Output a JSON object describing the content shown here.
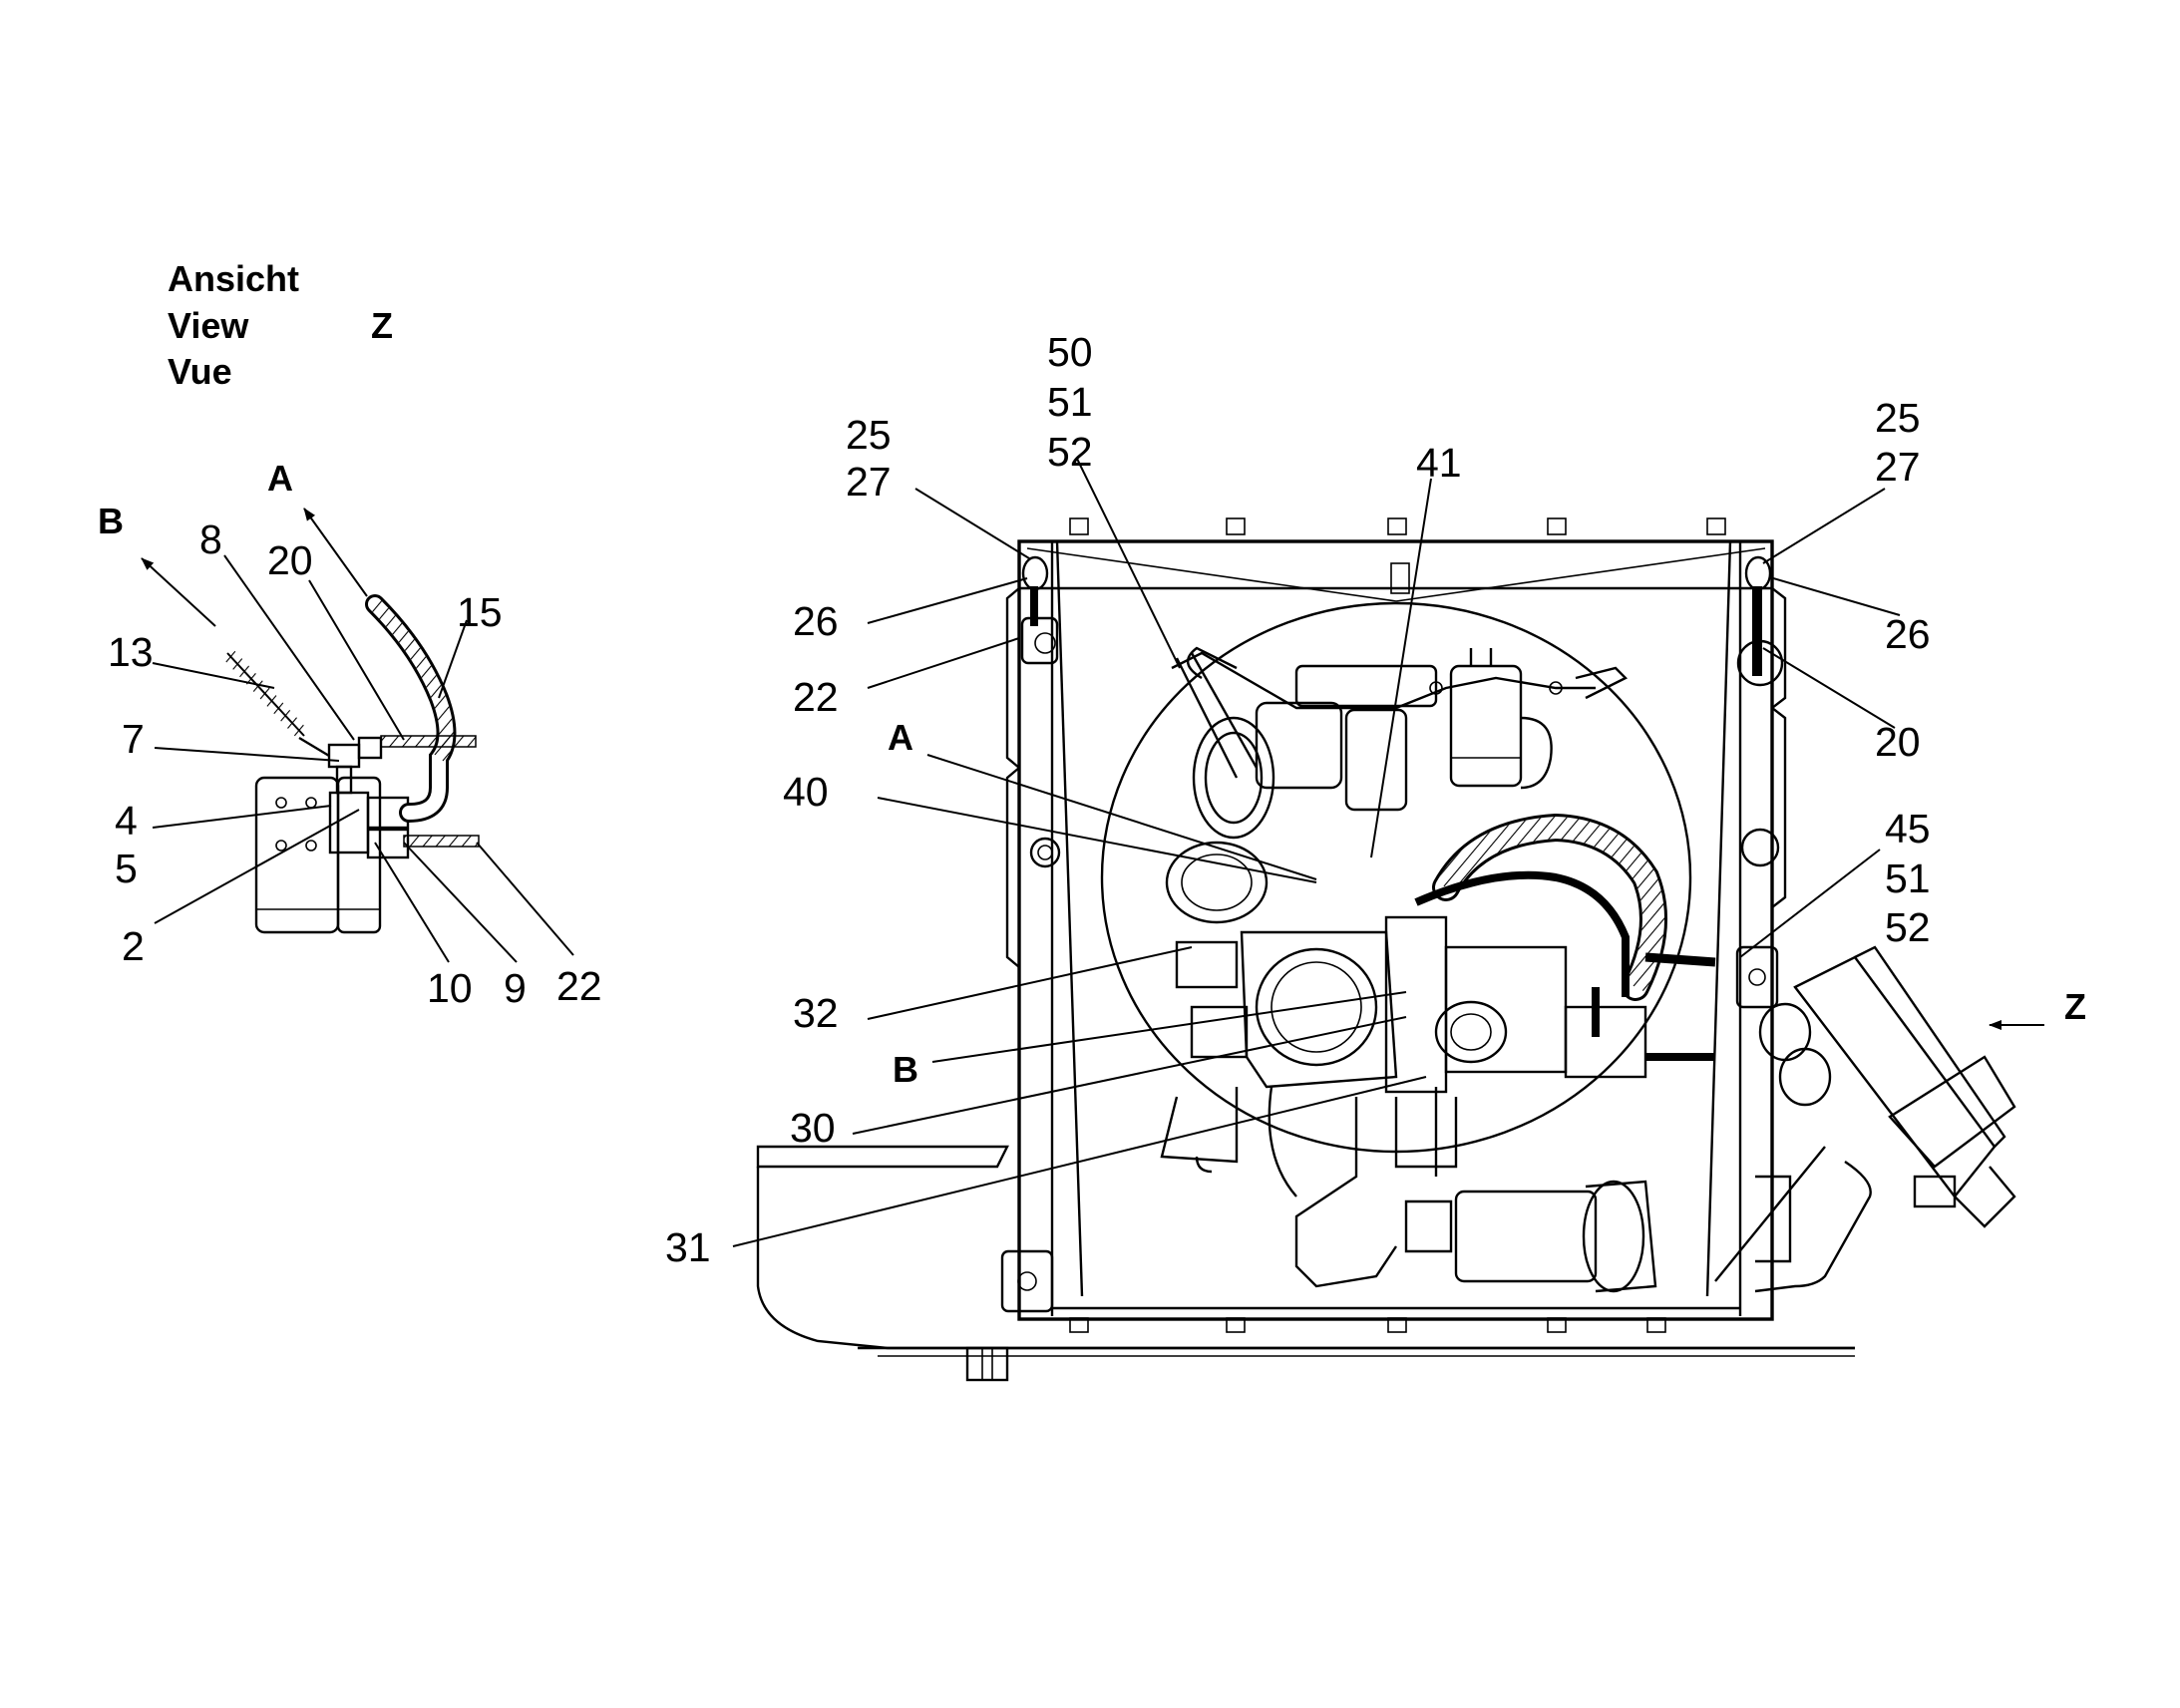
{
  "view_title": {
    "line1": "Ansicht",
    "line2": "View",
    "line3": "Vue",
    "view_letter": "Z"
  },
  "detail_view": {
    "port_a": "A",
    "port_b": "B",
    "callouts": {
      "c8": "8",
      "c20": "20",
      "c15": "15",
      "c13": "13",
      "c7": "7",
      "c4": "4",
      "c5": "5",
      "c2": "2",
      "c10": "10",
      "c9": "9",
      "c22": "22"
    }
  },
  "main_view": {
    "port_a": "A",
    "port_b": "B",
    "view_arrow_letter": "Z",
    "callouts": {
      "l25": "25",
      "l27": "27",
      "c50": "50",
      "c51a": "51",
      "c52a": "52",
      "c41": "41",
      "r25": "25",
      "r27": "27",
      "l26": "26",
      "r26": "26",
      "l22": "22",
      "r20": "20",
      "c40": "40",
      "c45": "45",
      "c51b": "51",
      "c52b": "52",
      "c32": "32",
      "c30": "30",
      "c31": "31"
    }
  }
}
